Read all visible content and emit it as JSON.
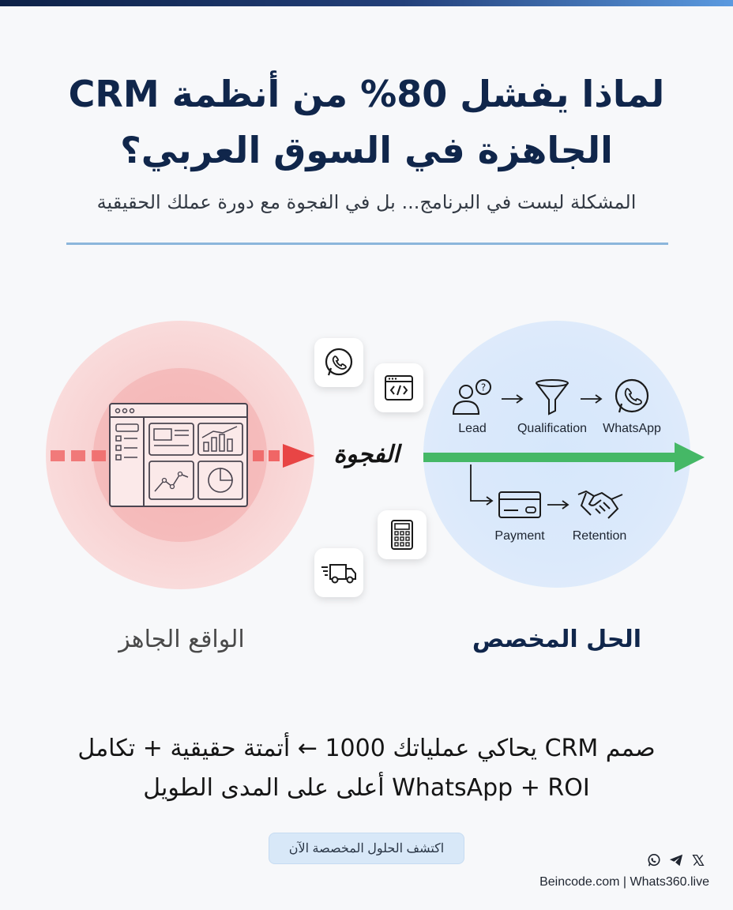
{
  "header": {
    "title_line1": "لماذا يفشل 80% من أنظمة CRM",
    "title_line2": "الجاهزة في السوق العربي؟",
    "subtitle": "المشكلة ليست في البرنامج... بل في الفجوة مع دورة عملك الحقيقية"
  },
  "diagram": {
    "gap_label": "الفجوة",
    "left_caption": "الواقع الجاهز",
    "right_caption": "الحل المخصص",
    "flow": {
      "lead": "Lead",
      "qualification": "Qualification",
      "whatsapp": "WhatsApp",
      "payment": "Payment",
      "retention": "Retention"
    },
    "floating_icons": [
      "whatsapp-icon",
      "code-window-icon",
      "calculator-icon",
      "delivery-truck-icon"
    ]
  },
  "body": {
    "line1": "صمم CRM يحاكي عملياتك 1000 ← أتمتة حقيقية + تكامل",
    "line2": "WhatsApp + ROI أعلى على المدى الطويل"
  },
  "cta": {
    "label": "اكتشف الحلول المخصصة الآن"
  },
  "footer": {
    "social_icons": [
      "whatsapp-icon",
      "telegram-icon",
      "x-icon"
    ],
    "links": "Beincode.com | Whats360.live"
  },
  "colors": {
    "navy": "#10264b",
    "red": "#e84545",
    "green": "#45b866",
    "light_blue": "#d8e8f8"
  }
}
